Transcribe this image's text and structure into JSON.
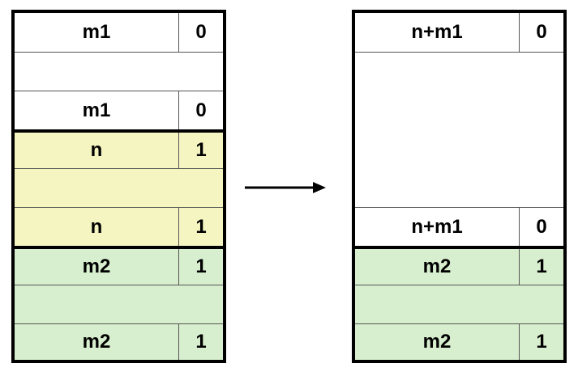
{
  "before": {
    "blocks": [
      {
        "color": "white",
        "rows": [
          {
            "label": "m1",
            "bit": "0"
          },
          {
            "label": "",
            "bit": ""
          },
          {
            "label": "m1",
            "bit": "0"
          }
        ]
      },
      {
        "color": "yellow",
        "rows": [
          {
            "label": "n",
            "bit": "1"
          },
          {
            "label": "",
            "bit": ""
          },
          {
            "label": "n",
            "bit": "1"
          }
        ]
      },
      {
        "color": "green",
        "rows": [
          {
            "label": "m2",
            "bit": "1"
          },
          {
            "label": "",
            "bit": ""
          },
          {
            "label": "m2",
            "bit": "1"
          }
        ]
      }
    ]
  },
  "after": {
    "blocks": [
      {
        "color": "white",
        "header": {
          "label": "n+m1",
          "bit": "0"
        },
        "footer": {
          "label": "n+m1",
          "bit": "0"
        }
      },
      {
        "color": "green",
        "rows": [
          {
            "label": "m2",
            "bit": "1"
          },
          {
            "label": "",
            "bit": ""
          },
          {
            "label": "m2",
            "bit": "1"
          }
        ]
      }
    ]
  },
  "colors": {
    "yellow": "#f5f5c2",
    "green": "#d8efcf",
    "white": "#ffffff",
    "border": "#000000"
  }
}
